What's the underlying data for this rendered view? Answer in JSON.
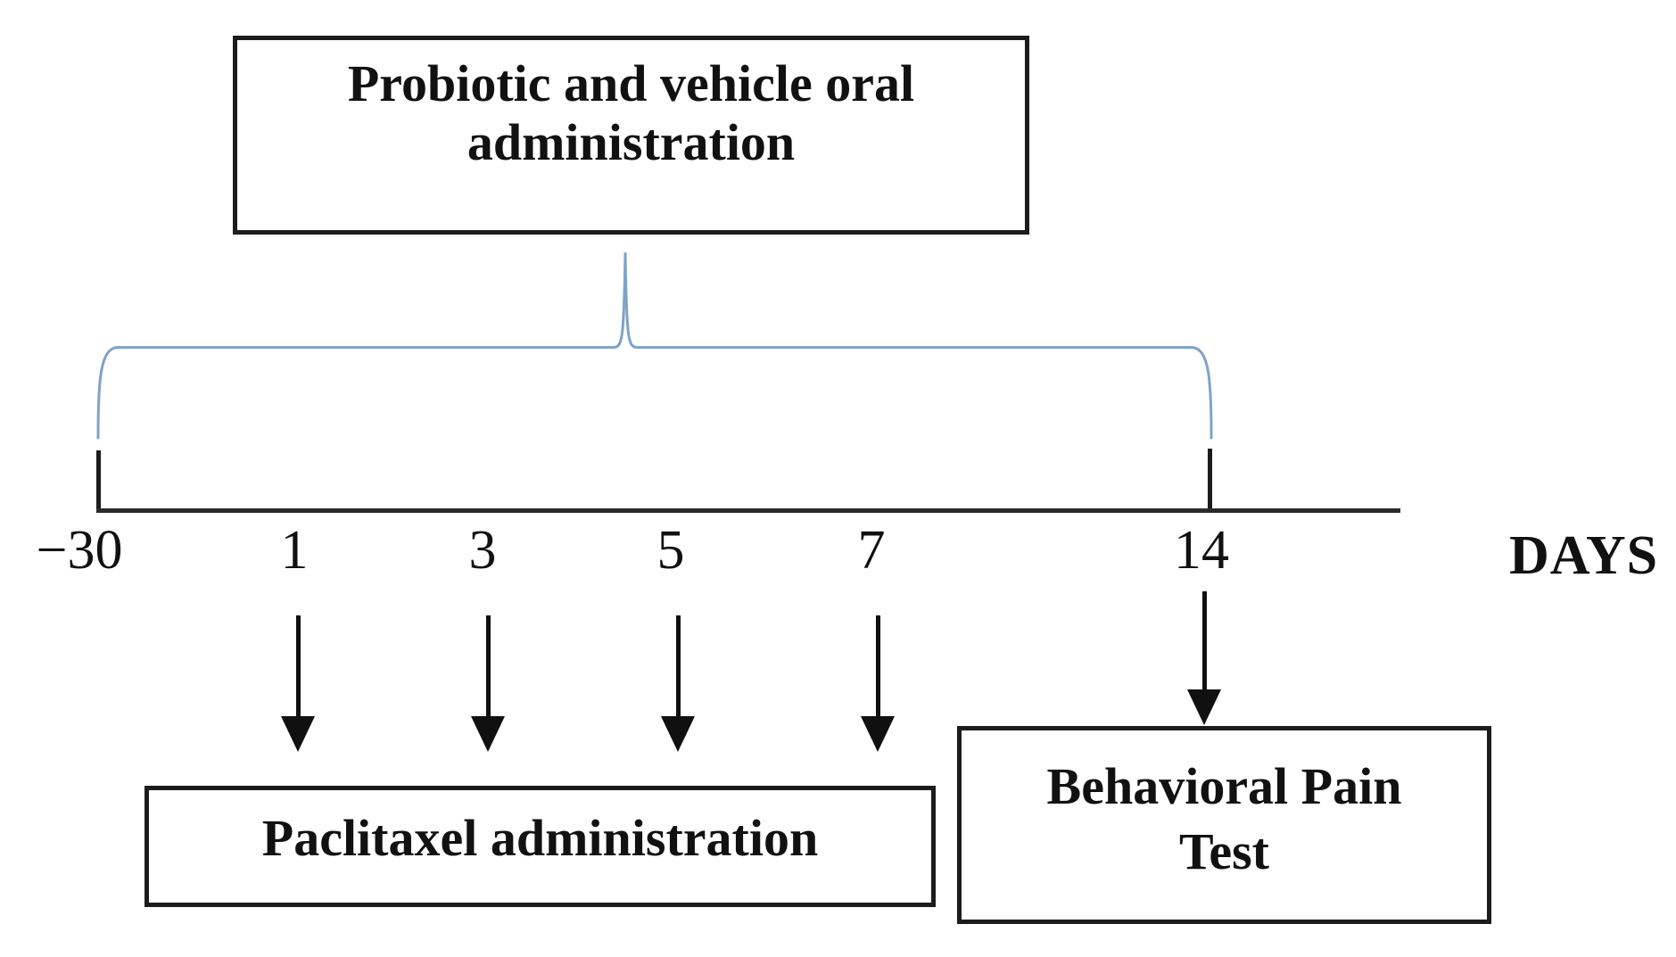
{
  "figure": {
    "type": "experimental-timeline-diagram",
    "axis_title": "DAYS"
  },
  "colors": {
    "ink": "#111111",
    "box_border": "#1c1c1c",
    "axis": "#2a2a2a",
    "brace": "#7fa3c8",
    "bg": "#ffffff"
  },
  "boxes": {
    "probiotic": {
      "line1": "Probiotic and vehicle oral",
      "line2": "administration"
    },
    "paclitaxel": {
      "label": "Paclitaxel administration"
    },
    "behavioral": {
      "line1": "Behavioral Pain",
      "line2": "Test"
    }
  },
  "timeline": {
    "axis_title": "DAYS",
    "days": [
      {
        "label": "−30",
        "value": -30
      },
      {
        "label": "1",
        "value": 1
      },
      {
        "label": "3",
        "value": 3
      },
      {
        "label": "5",
        "value": 5
      },
      {
        "label": "7",
        "value": 7
      },
      {
        "label": "14",
        "value": 14
      }
    ],
    "probiotic_span_days": [
      -30,
      14
    ],
    "paclitaxel_injection_days": [
      1,
      3,
      5,
      7
    ],
    "behavioral_test_day": 14
  }
}
